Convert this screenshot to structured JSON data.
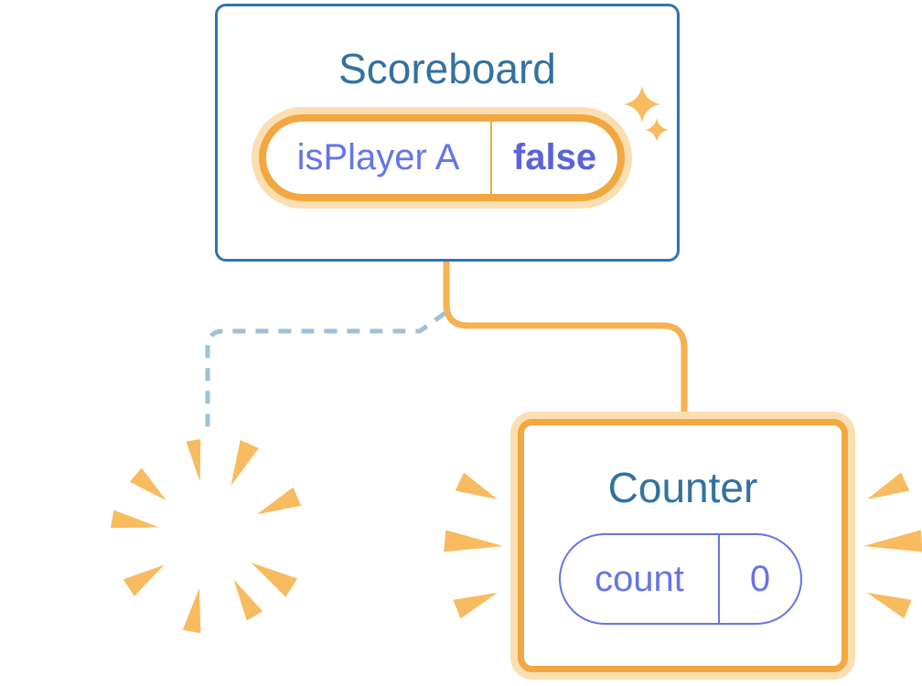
{
  "colors": {
    "page_bg": "#FFFFFF",
    "blue_border": "#2F76B0",
    "title_blue": "#33719F",
    "orange_strong": "#F2A740",
    "orange_glow": "#FBDFB2",
    "orange_line": "#F6B152",
    "orange_decor": "#F8BB5F",
    "dash_blue": "#9FBFD8",
    "purple": "#6674E6",
    "value_purple": "#5C63D9"
  },
  "scoreboard": {
    "title": "Scoreboard",
    "state": {
      "label": "isPlayer A",
      "value": "false"
    }
  },
  "counter": {
    "title": "Counter",
    "state": {
      "label": "count",
      "value": "0"
    }
  },
  "destroyed_component": {
    "description": "removed component card with burst marks"
  },
  "icons": {
    "sparkle": "4-point-star",
    "burst": "explosion-burst-rays",
    "emphasis": "radiating-wedges"
  }
}
